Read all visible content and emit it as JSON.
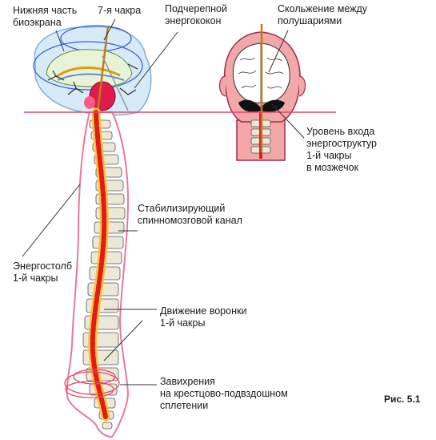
{
  "labels": {
    "lower_bioscreen": "Нижняя часть\nбиоэкрана",
    "chakra7": "7-я чакра",
    "subcranial_cocoon": "Подчерепной\nэнергококон",
    "hemisphere_slide": "Скольжение между\nполушариями",
    "entry_level": "Уровень входа\nэнергоструктур\n1-й чакры\nв мозжечок",
    "stabilizing_canal": "Стабилизирующий\nспинномозговой канал",
    "energy_column": "Энергостолб\n1-й чакры",
    "funnel_motion": "Движение воронки\n1-й чакры",
    "swirls": "Завихрения\nна крестцово-подвздошном\nсплетении"
  },
  "caption": "Рис. 5.1",
  "colors": {
    "level_line": "#e24a6a",
    "skin": "#f2a8a8",
    "skin_edge": "#a02a4a",
    "canal": "#f2c23a",
    "canal_core": "#d92020",
    "vertebra": "#eceadf",
    "bioscreen": "#cfe6f4",
    "bioscreen_edge": "#3b5bd6",
    "brain": "#ffffff",
    "nerve": "#2b2b2b"
  }
}
